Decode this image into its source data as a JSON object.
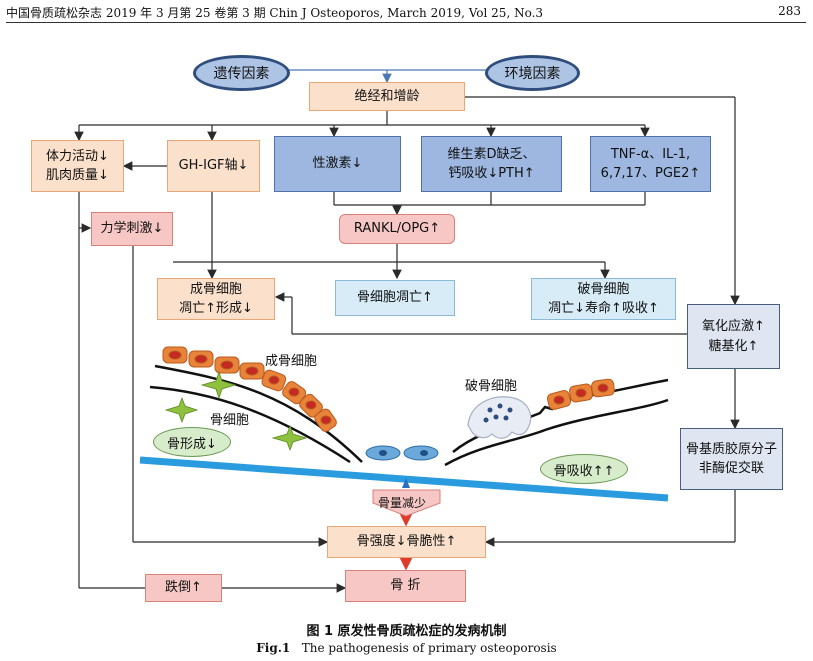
{
  "header": {
    "left": "中国骨质疏松杂志 2019 年 3 月第 25 卷第 3 期 Chin J Osteoporos, March 2019, Vol 25, No.3",
    "page_number": "283"
  },
  "nodes": {
    "genetic": "遗传因素",
    "environment": "环境因素",
    "menopause_aging": "绝经和增龄",
    "physical_activity": "体力活动↓\n肌肉质量↓",
    "gh_igf": "GH-IGF轴↓",
    "sex_hormone": "性激素↓",
    "vitd": "维生素D缺乏、\n钙吸收↓PTH↑",
    "cytokines": "TNF-α、IL-1,\n6,7,17、PGE2↑",
    "mech_stim": "力学刺激↓",
    "rankl": "RANKL/OPG↑",
    "osteoblast_box": "成骨细胞\n凋亡↑形成↓",
    "osteocyte_box": "骨细胞凋亡↑",
    "osteoclast_box": "破骨细胞\n凋亡↓寿命↑吸收↑",
    "oxidative": "氧化应激↑\n糖基化↑",
    "collagen": "骨基质胶原分子\n非酶促交联",
    "bone_loss": "骨量减少",
    "bone_strength": "骨强度↓骨脆性↑",
    "fall": "跌倒↑",
    "fracture": "骨 折"
  },
  "illustration": {
    "osteoblast_label": "成骨细胞",
    "osteoclast_label": "破骨细胞",
    "osteocyte_label": "骨细胞",
    "bone_formation": "骨形成↓",
    "bone_resorption": "骨吸收↑↑"
  },
  "caption": {
    "cn": "图 1 原发性骨质疏松症的发病机制",
    "en_prefix": "Fig.1",
    "en_text": "The pathogenesis of primary osteoporosis"
  },
  "colors": {
    "arrow": "#2a2a2a",
    "blue_arrow": "#4a78b5",
    "red_arrow": "#e03a2a",
    "bone_line": "#2b9be0",
    "cell_fill": "#e8833a",
    "nucleus": "#c42a23",
    "star": "#8fc13e"
  }
}
